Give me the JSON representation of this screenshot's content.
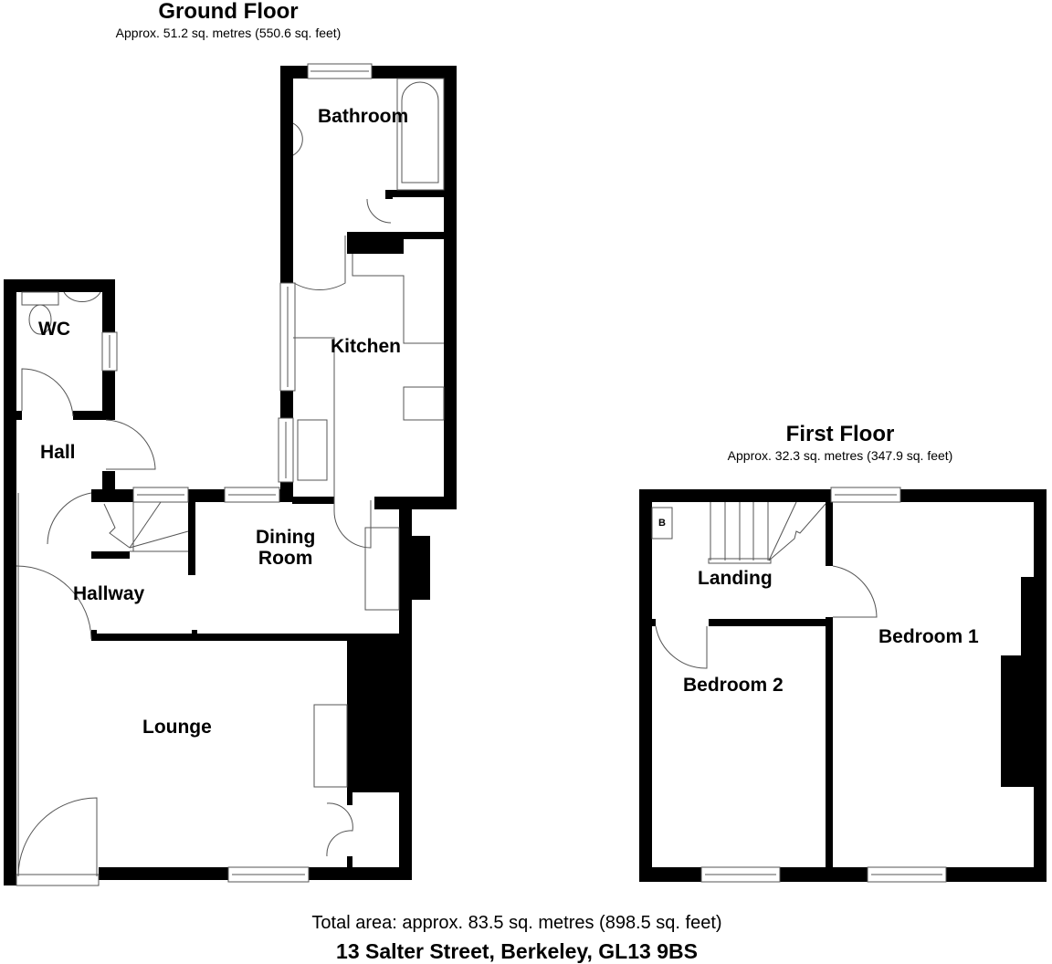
{
  "ground_floor": {
    "title": "Ground Floor",
    "area": "Approx. 51.2 sq. metres (550.6 sq. feet)",
    "rooms": {
      "bathroom": "Bathroom",
      "wc": "WC",
      "kitchen": "Kitchen",
      "hall": "Hall",
      "dining_line1": "Dining",
      "dining_line2": "Room",
      "hallway": "Hallway",
      "lounge": "Lounge"
    }
  },
  "first_floor": {
    "title": "First Floor",
    "area": "Approx. 32.3 sq. metres (347.9 sq. feet)",
    "rooms": {
      "landing": "Landing",
      "bedroom1": "Bedroom 1",
      "bedroom2": "Bedroom 2",
      "boiler": "B"
    }
  },
  "footer": {
    "total_area": "Total area: approx. 83.5 sq. metres (898.5 sq. feet)",
    "address": "13 Salter Street, Berkeley, GL13 9BS"
  }
}
